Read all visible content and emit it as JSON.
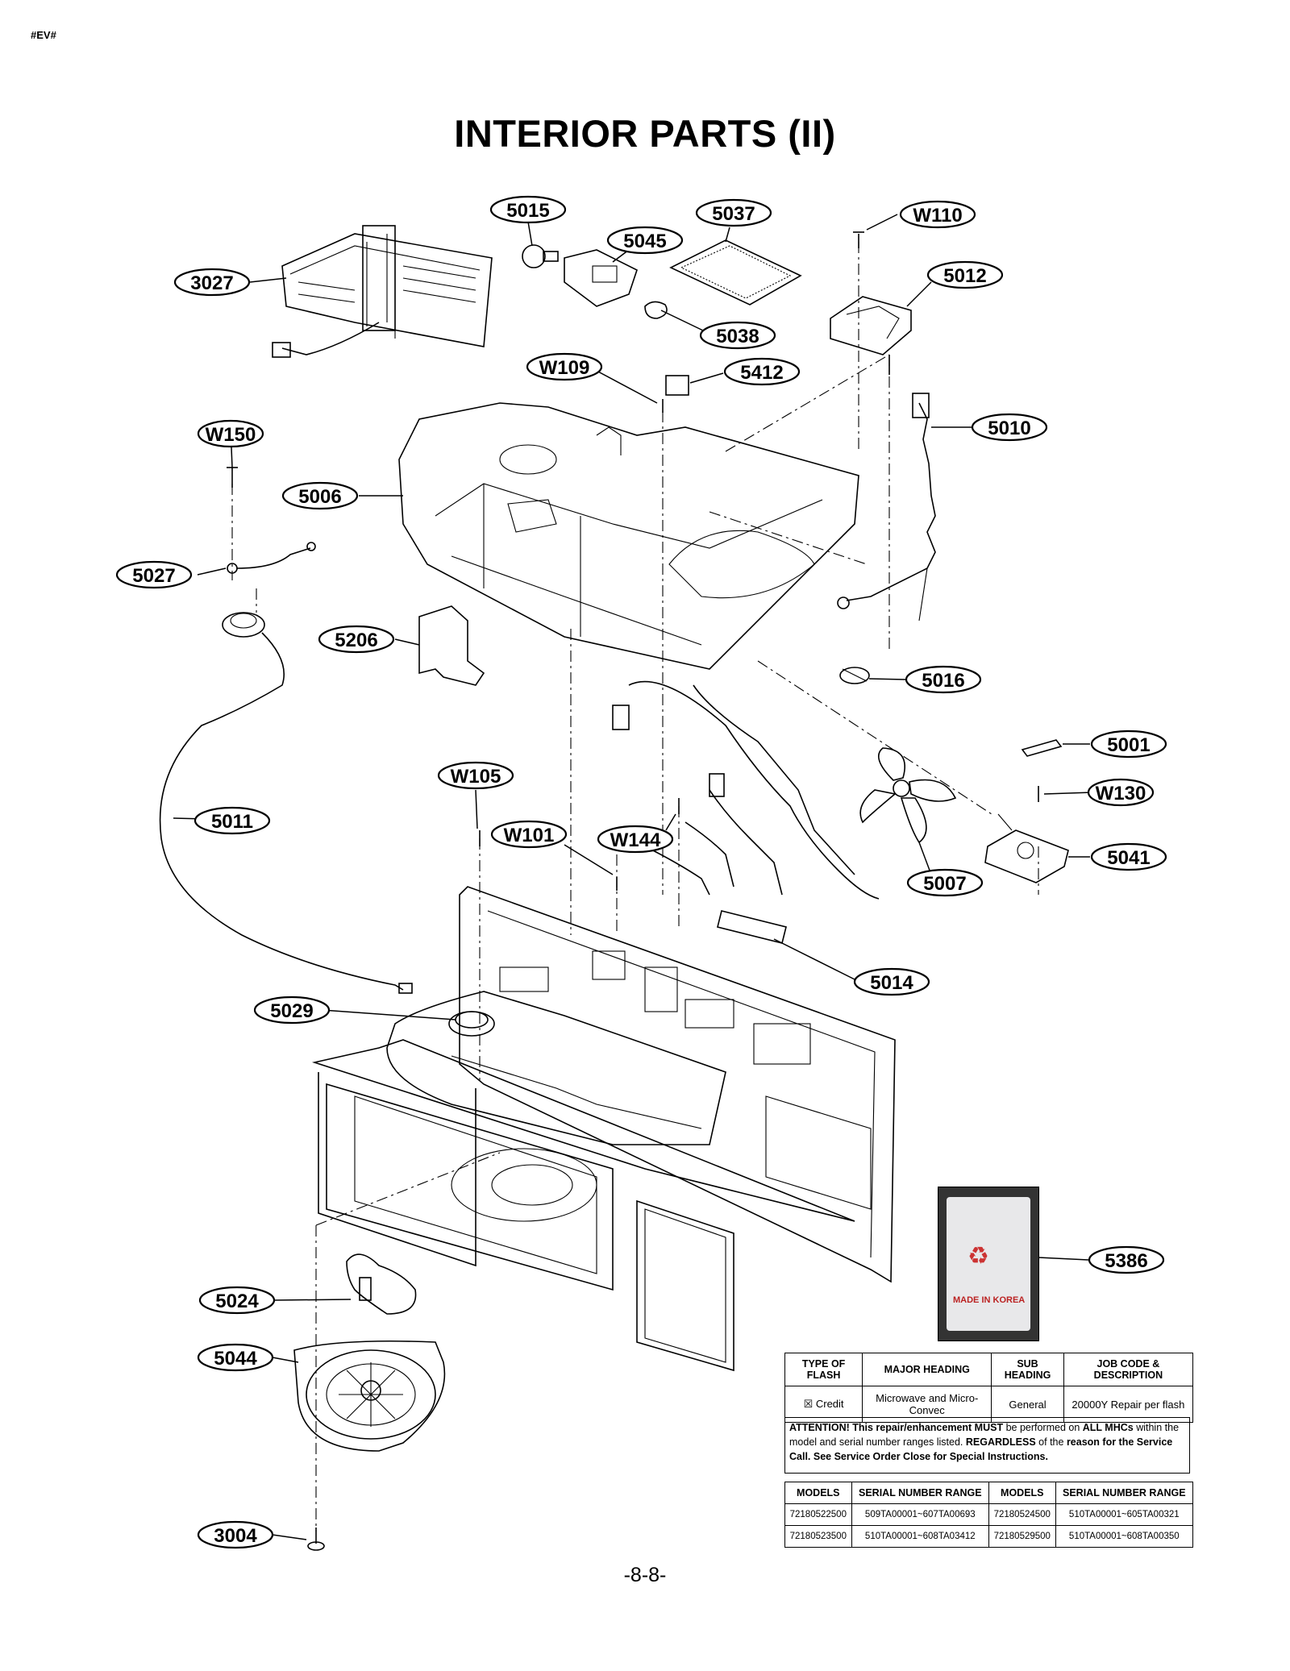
{
  "header": {
    "tag": "#EV#",
    "title": "INTERIOR PARTS (II)"
  },
  "footer": {
    "page_number": "-8-8-"
  },
  "callouts": [
    {
      "id": "3027"
    },
    {
      "id": "5015"
    },
    {
      "id": "5045"
    },
    {
      "id": "5037"
    },
    {
      "id": "W110"
    },
    {
      "id": "5012"
    },
    {
      "id": "5038"
    },
    {
      "id": "W109"
    },
    {
      "id": "5412"
    },
    {
      "id": "W150"
    },
    {
      "id": "5010"
    },
    {
      "id": "5006"
    },
    {
      "id": "5027"
    },
    {
      "id": "5206"
    },
    {
      "id": "5016"
    },
    {
      "id": "5001"
    },
    {
      "id": "W105"
    },
    {
      "id": "W130"
    },
    {
      "id": "5011"
    },
    {
      "id": "W101"
    },
    {
      "id": "W144"
    },
    {
      "id": "5041"
    },
    {
      "id": "5007"
    },
    {
      "id": "5014"
    },
    {
      "id": "5029"
    },
    {
      "id": "5386"
    },
    {
      "id": "5024"
    },
    {
      "id": "5044"
    },
    {
      "id": "3004"
    }
  ],
  "flash_table": {
    "headers": [
      "TYPE OF FLASH",
      "MAJOR HEADING",
      "SUB HEADING",
      "JOB CODE & DESCRIPTION"
    ],
    "row": [
      "☒ Credit",
      "Microwave and Micro-Convec",
      "General",
      "20000Y Repair per flash"
    ]
  },
  "attention": {
    "lead": "ATTENTION!",
    "part1": " This repair/enhancement MUST",
    "part2": " be performed on ",
    "part3": "ALL MHCs",
    "part4": " within the model and serial number ranges listed. ",
    "part5": "REGARDLESS",
    "part6": " of the ",
    "part7": "reason for the Service Call. See Service Order Close for Special Instructions."
  },
  "serial_table": {
    "headers": [
      "MODELS",
      "SERIAL NUMBER RANGE",
      "MODELS",
      "SERIAL NUMBER RANGE"
    ],
    "rows": [
      [
        "72180522500",
        "509TA00001~607TA00693",
        "72180524500",
        "510TA00001~605TA00321"
      ],
      [
        "72180523500",
        "510TA00001~608TA03412",
        "72180529500",
        "510TA00001~608TA00350"
      ]
    ]
  },
  "photo": {
    "label": "MADE IN KOREA"
  }
}
